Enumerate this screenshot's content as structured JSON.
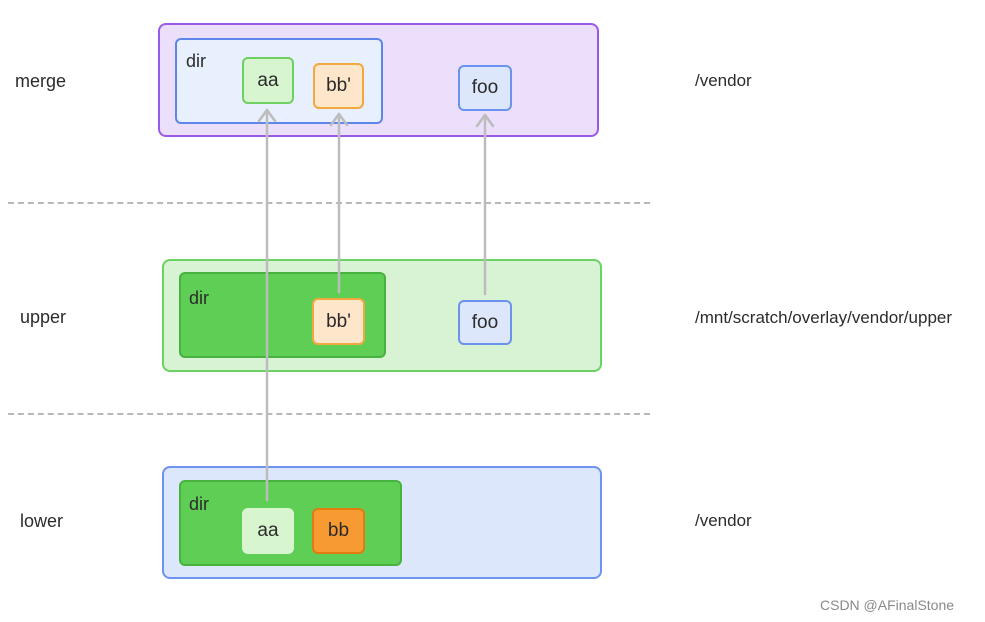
{
  "layers": {
    "merge": {
      "name": "merge",
      "path": "/vendor",
      "dir": "dir",
      "files": [
        "aa",
        "bb'",
        "foo"
      ]
    },
    "upper": {
      "name": "upper",
      "path": "/mnt/scratch/overlay/vendor/upper",
      "dir": "dir",
      "files": [
        "bb'",
        "foo"
      ]
    },
    "lower": {
      "name": "lower",
      "path": "/vendor",
      "dir": "dir",
      "files": [
        "aa",
        "bb"
      ]
    }
  },
  "watermark": "CSDN @AFinalStone",
  "colors": {
    "merge_fill": "#ebdffb",
    "merge_border": "#9b59e8",
    "upper_fill": "#d8f3d3",
    "upper_border": "#6cd163",
    "lower_fill": "#dde7fb",
    "lower_border": "#6d93ee",
    "dir_green": "#5fce55",
    "dir_green_border": "#48b240",
    "dir_blue_fill": "#e8f0fd",
    "dir_blue_border": "#5e86ea",
    "node_green_fill": "#d7f5cf",
    "node_green_border": "#6fd062",
    "node_orange_fill": "#fde6c9",
    "node_orange_border": "#f0a83f",
    "node_orange_solid": "#f89a32",
    "node_orange_solid_border": "#e07c10",
    "node_blue_fill": "#dce7fc",
    "node_blue_border": "#6a92ee",
    "arrow": "#bcbcbc",
    "divider": "#b8b8b8"
  }
}
